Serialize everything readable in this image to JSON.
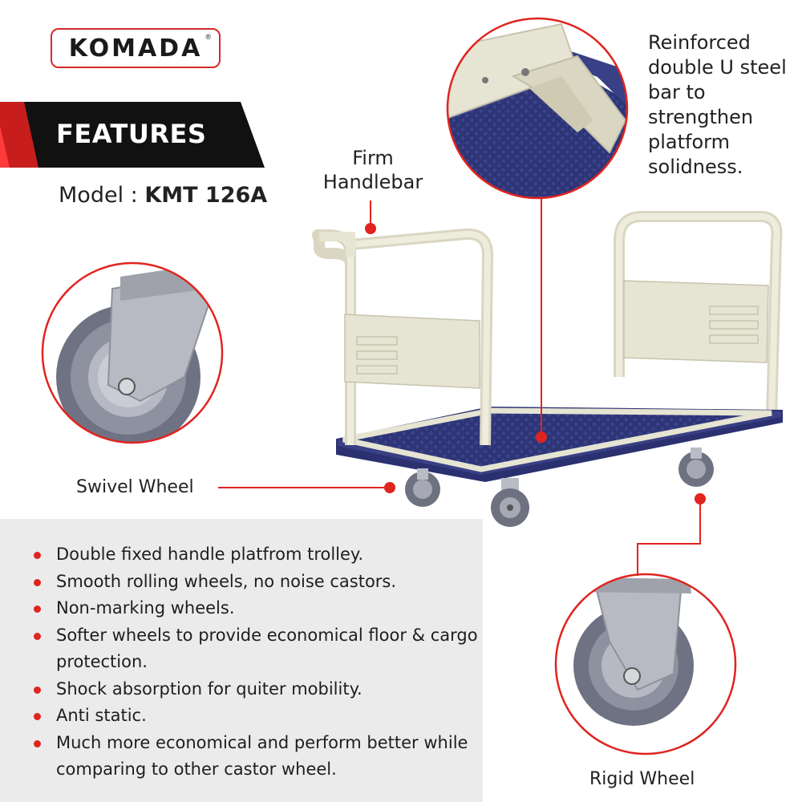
{
  "brand": {
    "logo_text": "KOMADA",
    "reg_mark": "®"
  },
  "header": {
    "features_title": "FEATURES",
    "model_label": "Model : ",
    "model_value": "KMT 126A"
  },
  "callouts": {
    "firm_handlebar": "Firm Handlebar",
    "reinforced": "Reinforced double U steel bar to strengthen platform solidness.",
    "swivel_wheel": "Swivel Wheel",
    "rigid_wheel": "Rigid Wheel"
  },
  "features": [
    "Double fixed handle platfrom trolley.",
    "Smooth rolling wheels, no noise castors.",
    "Non-marking wheels.",
    "Softer wheels to provide economical floor & cargo protection.",
    "Shock absorption for quiter mobility.",
    "Anti static.",
    "Much more economical and perform better while comparing to other castor wheel."
  ],
  "colors": {
    "accent_red": "#e0241f",
    "banner_black": "#111111",
    "frame_beige": "#e6e4d2",
    "platform_blue": "#2e3575",
    "wheel_grey": "#7c7f8c"
  },
  "icons": {
    "bullet": "red-dot-bullet-icon"
  }
}
